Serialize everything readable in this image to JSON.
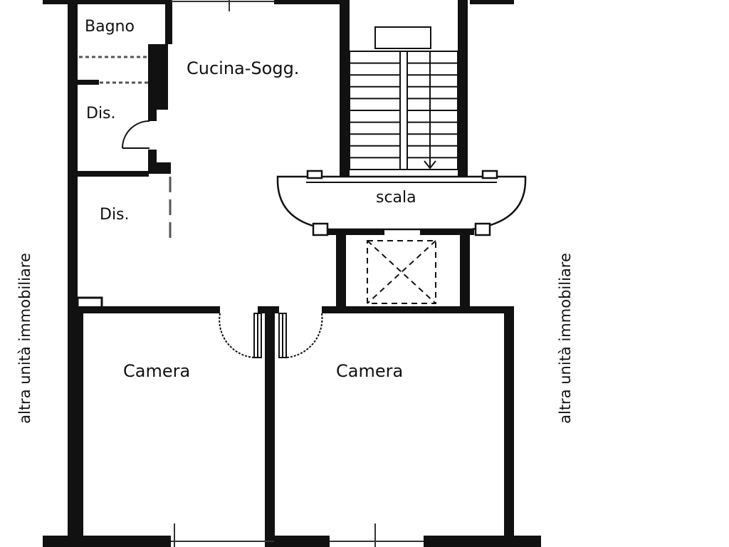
{
  "plan": {
    "rooms": {
      "bagno": "Bagno",
      "cucina": "Cucina-Sogg.",
      "dis_upper": "Dis.",
      "dis_lower": "Dis.",
      "scala": "scala",
      "camera_left": "Camera",
      "camera_right": "Camera"
    },
    "side_labels": {
      "left": "altra unità immobiliare",
      "right": "altra unità immobiliare"
    }
  },
  "colors": {
    "wall": "#111111",
    "background": "#ffffff",
    "thin_line": "#333333"
  }
}
